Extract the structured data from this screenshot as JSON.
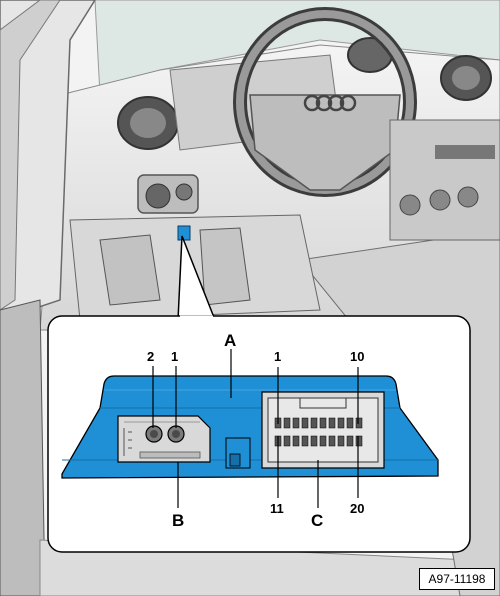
{
  "diagram": {
    "reference_code": "A97-11198",
    "callouts": {
      "unit": "A",
      "connector_left": "B",
      "connector_right": "C"
    },
    "pin_numbers": {
      "left_pin_2": "2",
      "left_pin_1": "1",
      "right_top_first": "1",
      "right_top_last": "10",
      "right_bottom_first": "11",
      "right_bottom_last": "20"
    },
    "colors": {
      "module_fill": "#1f8fd6",
      "module_dark": "#166fa8",
      "connector_grey": "#d9d9d9",
      "outline": "#000000"
    }
  }
}
